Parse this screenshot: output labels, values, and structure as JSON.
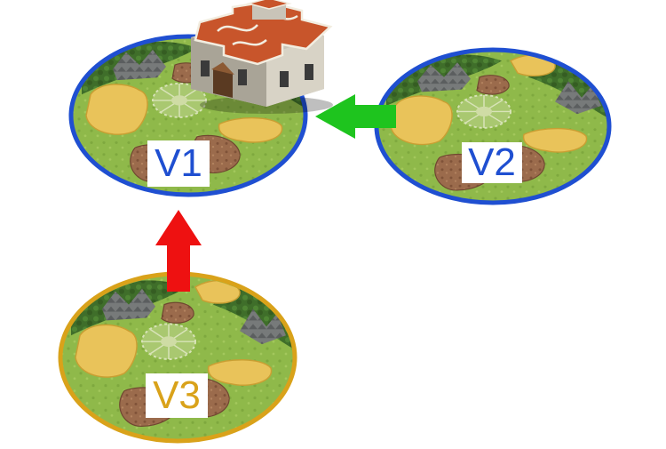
{
  "diagram": {
    "villages": [
      {
        "id": "v1",
        "label": "V1",
        "border_color": "#1f4fd1",
        "label_color": "#1f4fd1",
        "has_building": true
      },
      {
        "id": "v2",
        "label": "V2",
        "border_color": "#1f4fd1",
        "label_color": "#1f4fd1",
        "has_building": false
      },
      {
        "id": "v3",
        "label": "V3",
        "border_color": "#d9a21a",
        "label_color": "#d9a21a",
        "has_building": false
      }
    ],
    "arrows": [
      {
        "from": "v2",
        "to": "v1",
        "color": "#1ec41e"
      },
      {
        "from": "v3",
        "to": "v1",
        "color": "#ee1111"
      }
    ]
  }
}
